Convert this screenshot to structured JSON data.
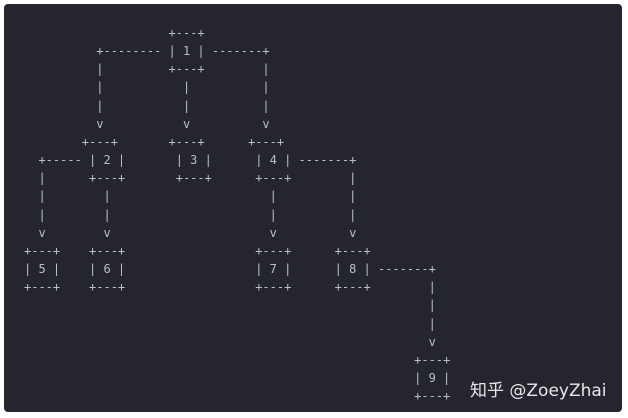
{
  "diagram": {
    "lines": [
      "                    +---+",
      "          +-------- | 1 | -------+",
      "          |         +---+        |",
      "          |           |          |",
      "          |           |          |",
      "          v           v          v",
      "        +---+       +---+      +---+",
      "  +----- | 2 |       | 3 |      | 4 | -------+",
      "  |      +---+       +---+      +---+        |",
      "  |        |                      |          |",
      "  |        |                      |          |",
      "  v        v                      v          v",
      "+---+    +---+                  +---+      +---+",
      "| 5 |    | 6 |                  | 7 |      | 8 | -------+",
      "+---+    +---+                  +---+      +---+        |",
      "                                                        |",
      "                                                        |",
      "                                                        v",
      "                                                      +---+",
      "                                                      | 9 |",
      "                                                      +---+"
    ]
  },
  "watermark": "知乎 @ZoeyZhai"
}
